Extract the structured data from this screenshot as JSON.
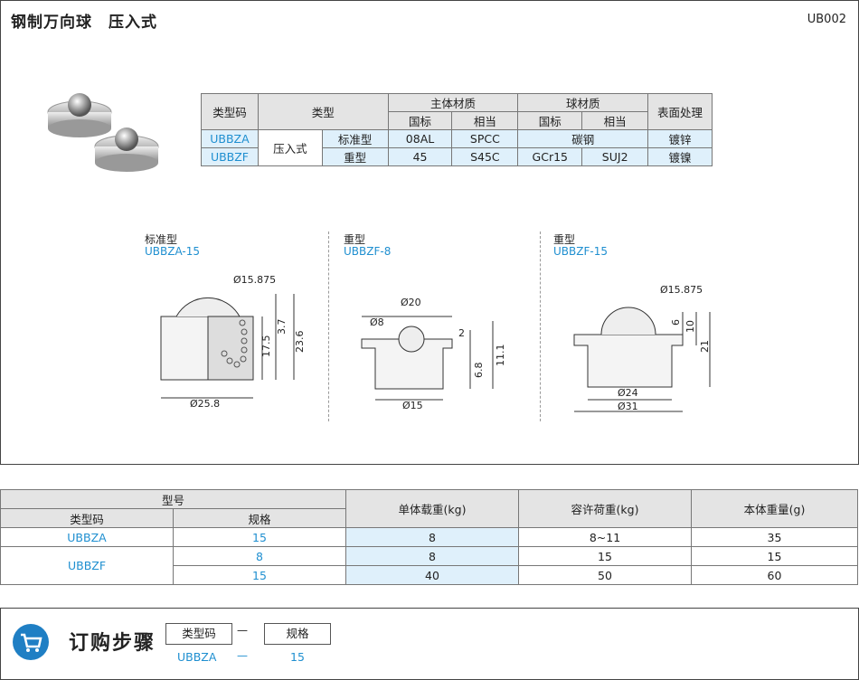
{
  "header": {
    "title": "钢制万向球　压入式",
    "code": "UB002"
  },
  "material_table": {
    "h_type_code": "类型码",
    "h_type": "类型",
    "h_body_material": "主体材质",
    "h_ball_material": "球材质",
    "h_surface": "表面处理",
    "h_national": "国标",
    "h_equivalent": "相当",
    "type_group": "压入式",
    "rows": [
      {
        "code": "UBBZA",
        "subtype": "标准型",
        "body_gb": "08AL",
        "body_eq": "SPCC",
        "ball": "碳钢",
        "surface": "镀锌"
      },
      {
        "code": "UBBZF",
        "subtype": "重型",
        "body_gb": "45",
        "body_eq": "S45C",
        "ball_gb": "GCr15",
        "ball_eq": "SUJ2",
        "surface": "镀镍"
      }
    ]
  },
  "drawings": [
    {
      "type_label": "标准型",
      "model": "UBBZA-15",
      "dims": {
        "ball": "Ø15.875",
        "outer": "Ø25.8",
        "d1": "3.7",
        "d2": "17.5",
        "d3": "23.6"
      }
    },
    {
      "type_label": "重型",
      "model": "UBBZF-8",
      "dims": {
        "flange": "Ø20",
        "ball": "Ø8",
        "body": "Ø15",
        "d1": "2",
        "d2": "6.8",
        "d3": "11.1"
      }
    },
    {
      "type_label": "重型",
      "model": "UBBZF-15",
      "dims": {
        "ball": "Ø15.875",
        "body": "Ø24",
        "flange": "Ø31",
        "d1": "6",
        "d2": "10",
        "d3": "21"
      }
    }
  ],
  "spec_table": {
    "h_model": "型号",
    "h_type_code": "类型码",
    "h_size": "规格",
    "h_load_unit": "单体载重(kg)",
    "h_allow_load": "容许荷重(kg)",
    "h_weight": "本体重量(g)",
    "rows": [
      {
        "code": "UBBZA",
        "size": "15",
        "unit_load": "8",
        "allow": "8~11",
        "weight": "35"
      },
      {
        "code": "UBBZF",
        "size": "8",
        "unit_load": "8",
        "allow": "15",
        "weight": "15"
      },
      {
        "code": "",
        "size": "15",
        "unit_load": "40",
        "allow": "50",
        "weight": "60"
      }
    ]
  },
  "order": {
    "title": "订购步骤",
    "col1": "类型码",
    "col2": "规格",
    "sep": "—",
    "example_code": "UBBZA",
    "example_size": "15"
  },
  "colors": {
    "accent": "#1f8fd0",
    "header_bg": "#e4e4e4",
    "row_bg": "#dff0fb"
  }
}
